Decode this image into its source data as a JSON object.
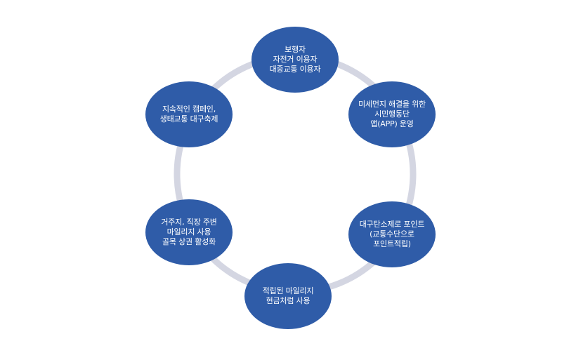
{
  "diagram": {
    "colors": {
      "node_fill": "#2f5ca8",
      "ring": "#d4d6e2",
      "text": "#ffffff"
    },
    "nodes": [
      {
        "label": "보행자\n자전거 이용자\n대중교통 이용자"
      },
      {
        "label": "미세먼지 해결을 위한\n시민행동단\n앱(APP) 운영"
      },
      {
        "label": "대구탄소제로 포인트\n(교통수단으로\n포인트적립)"
      },
      {
        "label": "적립된 마일리지\n현금처럼 사용"
      },
      {
        "label": "거주지, 직장 주변\n마일리지 사용\n골목 상권 활성화"
      },
      {
        "label": "지속적인 캠페인,\n생태교통 대구축제"
      }
    ]
  }
}
